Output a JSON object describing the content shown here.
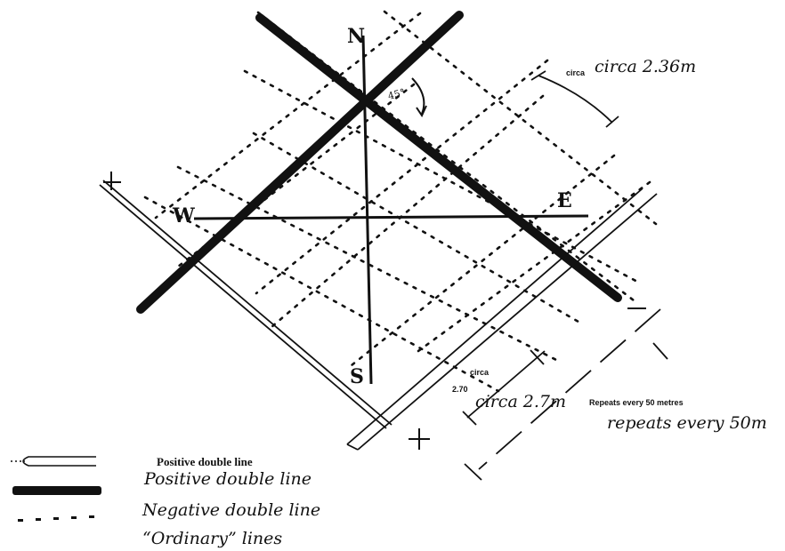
{
  "compass": {
    "north": "N",
    "south": "S",
    "east": "E",
    "west": "W"
  },
  "angle_label": "45°",
  "signs": {
    "plus": "+",
    "minus": "–"
  },
  "annotations": {
    "circa_small_top": "circa",
    "circa_236": "circa 2.36m",
    "circa_small_bottom": "circa",
    "value_270_small": "2.70",
    "circa_27": "circa 2.7m",
    "repeats_small": "Repeats every 50 metres",
    "repeats_italic": "repeats every 50m"
  },
  "legend": {
    "heading_bold": "Positive double line",
    "positive": "Positive double line",
    "negative": "Negative double line",
    "ordinary": "“Ordinary” lines"
  }
}
